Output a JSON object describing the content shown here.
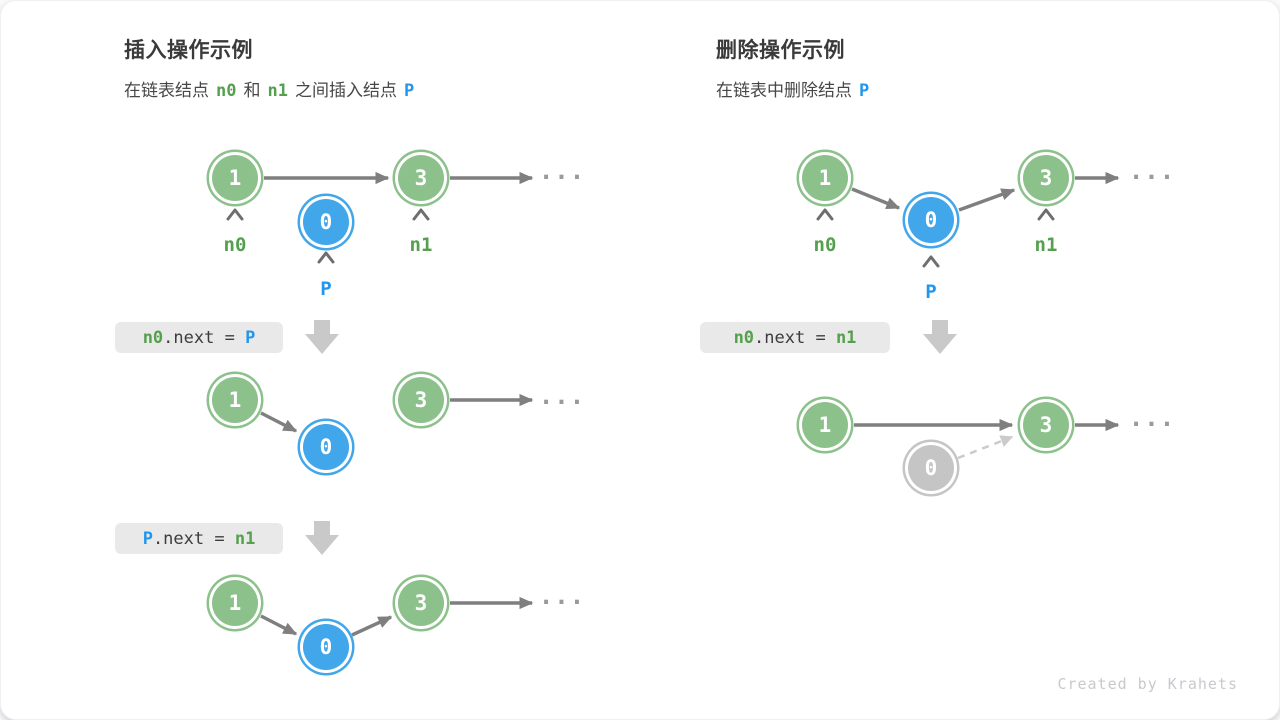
{
  "colors": {
    "node_green": "#8CC18C",
    "node_blue": "#42A6EA",
    "node_gray": "#C5C5C5",
    "arrow_gray": "#7F7F7F",
    "dashed_arrow_gray": "#CCCCCC",
    "token_green": "#55A04E",
    "token_blue": "#2296EC",
    "code_bg": "#E9E9E9",
    "block_arrow": "#C9C9C9"
  },
  "insert": {
    "title": "插入操作示例",
    "subtitle": {
      "t1": "在链表结点",
      "n0": "n0",
      "t2": "和",
      "n1": "n1",
      "t3": "之间插入结点",
      "p": "P"
    },
    "labels": {
      "n0": "n0",
      "n1": "n1",
      "p": "P"
    },
    "code1": {
      "v1": "n0",
      "op": ".next = ",
      "v2": "P"
    },
    "code2": {
      "v1": "P",
      "op": ".next = ",
      "v2": "n1"
    },
    "r1": {
      "n1": "1",
      "n3": "3",
      "p": "0",
      "dots": "..."
    },
    "r2": {
      "n1": "1",
      "n3": "3",
      "p": "0",
      "dots": "..."
    },
    "r3": {
      "n1": "1",
      "n3": "3",
      "p": "0",
      "dots": "..."
    }
  },
  "del": {
    "title": "删除操作示例",
    "subtitle": {
      "t1": "在链表中删除结点",
      "p": "P"
    },
    "labels": {
      "n0": "n0",
      "n1": "n1",
      "p": "P"
    },
    "code1": {
      "v1": "n0",
      "op": ".next = ",
      "v2": "n1"
    },
    "r1": {
      "n1": "1",
      "n3": "3",
      "p": "0",
      "dots": "..."
    },
    "r2": {
      "n1": "1",
      "n3": "3",
      "p": "0",
      "dots": "..."
    }
  },
  "footer": {
    "credit": "Created by Krahets"
  }
}
